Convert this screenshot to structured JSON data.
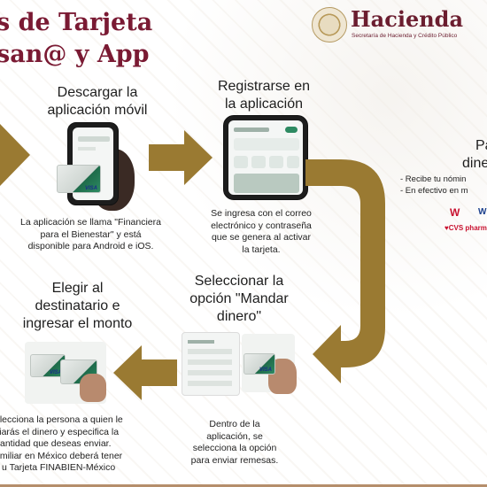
{
  "header": {
    "title_line1": "s de Tarjeta",
    "title_line2": "san@ y App",
    "logo_name": "Hacienda",
    "logo_sub": "Secretaría de Hacienda y Crédito Público"
  },
  "steps": [
    {
      "title_line1": "Descargar la",
      "title_line2": "aplicación móvil",
      "desc": [
        "La aplicación se llama \"Financiera",
        "para el Bienestar\" y está",
        "disponible para Android e iOS."
      ]
    },
    {
      "title_line1": "Registrarse en",
      "title_line2": "la aplicación",
      "desc": [
        "Se ingresa con el correo",
        "electrónico y contraseña",
        "que se genera al activar",
        "la tarjeta."
      ]
    },
    {
      "title_line1": "Seleccionar la",
      "title_line2": "opción \"Mandar",
      "title_line3": "dinero\"",
      "desc": [
        "Dentro de la",
        "aplicación, se",
        "selecciona la opción",
        "para enviar remesas."
      ]
    },
    {
      "title_line1": "Elegir al",
      "title_line2": "destinatario e",
      "title_line3": "ingresar el monto",
      "desc": [
        "elecciona la persona a quien le",
        "viarás el dinero y especifica la",
        "antidad que deseas enviar.",
        "amiliar en México deberá tener",
        "u Tarjeta FINABIEN-México"
      ]
    }
  ],
  "right_panel": {
    "title_line1": "Pa",
    "title_line2": "dine",
    "items": [
      "- Recibe tu nómin",
      "- En efectivo en m"
    ],
    "brands": [
      "W",
      "W",
      "♥CVS pharmac"
    ]
  },
  "card": {
    "brand": "VISA"
  },
  "colors": {
    "title": "#7a1a33",
    "gold": "#9a7a32",
    "brand_red": "#6b1d2f"
  }
}
